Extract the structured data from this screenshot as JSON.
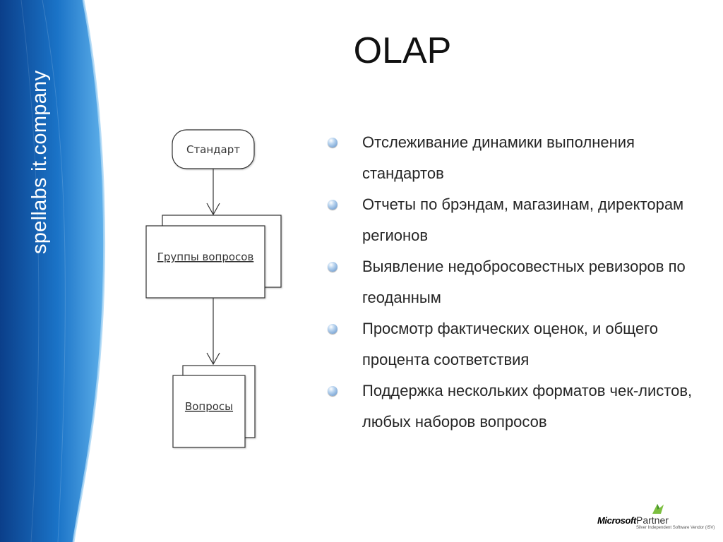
{
  "side_banner": {
    "text": "spellabs it.company",
    "colors": {
      "dark": "#0b3f8a",
      "mid": "#1a73c7",
      "light": "#5fb0ea"
    }
  },
  "title": "OLAP",
  "diagram": {
    "nodes": [
      {
        "label": "Стандарт",
        "shape": "rounded-rect"
      },
      {
        "label": "Группы вопросов",
        "shape": "stacked-rect"
      },
      {
        "label": "Вопросы",
        "shape": "stacked-rect"
      }
    ]
  },
  "bullets": [
    {
      "text": "Отслеживание динамики выполнения стандартов"
    },
    {
      "text": "Отчеты по брэндам, магазинам, директорам регионов"
    },
    {
      "text": "Выявление недобросовестных ревизоров по геоданным"
    },
    {
      "text": "Просмотр фактических оценок, и общего процента соответствия"
    },
    {
      "text": "Поддержка нескольких форматов чек-листов, любых наборов вопросов"
    }
  ],
  "partner_badge": {
    "brand": "Microsoft",
    "label": "Partner",
    "tagline": "Silver Independent Software Vendor (ISV)"
  }
}
